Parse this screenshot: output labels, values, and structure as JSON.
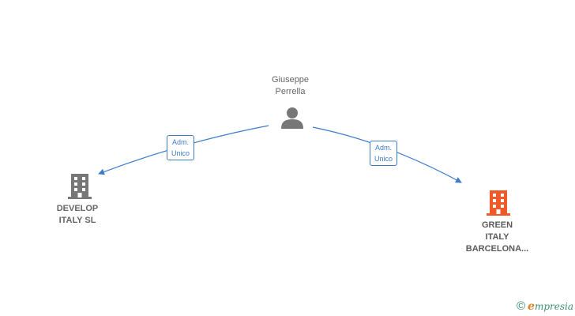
{
  "nodes": {
    "person": {
      "name": "Giuseppe\nPerrella",
      "icon": "person-icon"
    },
    "company_left": {
      "name": "DEVELOP\nITALY  SL",
      "icon": "building-icon",
      "color": "#777777"
    },
    "company_right": {
      "name": "GREEN\nITALY\nBARCELONA...",
      "icon": "building-icon",
      "color": "#f05a28"
    }
  },
  "edges": [
    {
      "from": "person",
      "to": "company_left",
      "label": "Adm.\nUnico"
    },
    {
      "from": "person",
      "to": "company_right",
      "label": "Adm.\nUnico"
    }
  ],
  "colors": {
    "edge": "#3d7cc9",
    "person_icon": "#777777"
  },
  "footer": {
    "copyright_symbol": "©",
    "brand_initial": "e",
    "brand_rest": "mpresia"
  }
}
